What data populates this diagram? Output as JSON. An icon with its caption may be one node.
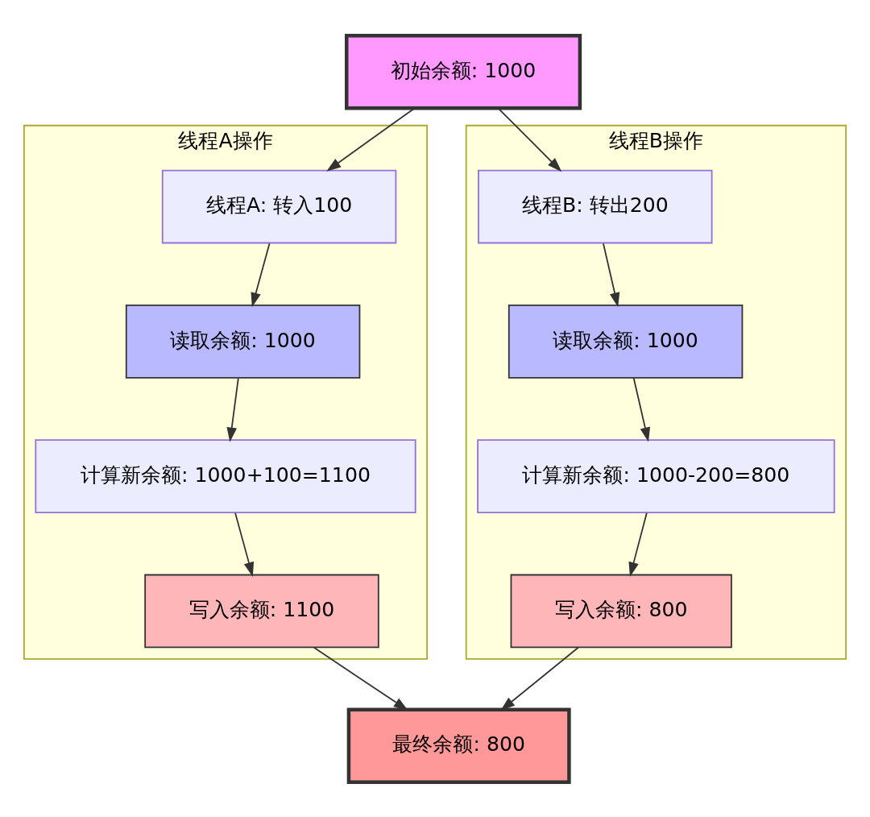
{
  "diagram": {
    "nodes": [
      {
        "text": [
          "初始余额: 1000"
        ]
      },
      {
        "text": [
          "线程A操作"
        ]
      },
      {
        "text": [
          "线程A: 转入100"
        ],
        "in": 1
      },
      {
        "text": [
          "读取余额: 1000"
        ],
        "in": 1
      },
      {
        "text": [
          "计算新余额: 1000+100=1100"
        ],
        "in": 1
      },
      {
        "text": [
          "写入余额: 1100"
        ],
        "in": 1
      },
      {
        "text": [
          "线程B操作"
        ]
      },
      {
        "text": [
          "线程B: 转出200"
        ],
        "in": 6
      },
      {
        "text": [
          "读取余额: 1000"
        ],
        "in": 6
      },
      {
        "text": [
          "计算新余额: 1000-200=800"
        ],
        "in": 6
      },
      {
        "text": [
          "写入余额: 800"
        ],
        "in": 6
      },
      {
        "text": [
          "最终余额: 800"
        ]
      }
    ],
    "edges": [
      {
        "from": 0,
        "to": 2,
        "arrow": "to"
      },
      {
        "from": 0,
        "to": 7,
        "arrow": "to"
      },
      {
        "from": 2,
        "to": 3,
        "arrow": "to"
      },
      {
        "from": 3,
        "to": 4,
        "arrow": "to"
      },
      {
        "from": 4,
        "to": 5,
        "arrow": "to"
      },
      {
        "from": 7,
        "to": 8,
        "arrow": "to"
      },
      {
        "from": 8,
        "to": 9,
        "arrow": "to"
      },
      {
        "from": 9,
        "to": 10,
        "arrow": "to"
      },
      {
        "from": 5,
        "to": 11,
        "arrow": "to"
      },
      {
        "from": 10,
        "to": 11,
        "arrow": "to"
      }
    ]
  }
}
